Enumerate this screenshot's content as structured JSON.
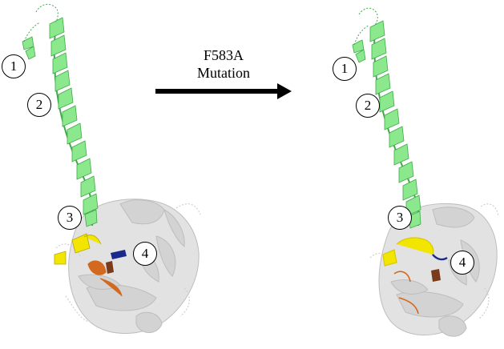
{
  "arrow": {
    "line1": "F583A",
    "line2": "Mutation"
  },
  "callouts": [
    "1",
    "2",
    "3",
    "4"
  ],
  "colors": {
    "helix": "#8ce88c",
    "helix_edge": "#3faa4a",
    "core": "#d3d3d3",
    "core_edge": "#b7b7b7",
    "region_yellow": "#f2e600",
    "region_blue": "#1a2a8c",
    "region_orange": "#d2691e",
    "region_brown": "#7a3a1c"
  }
}
